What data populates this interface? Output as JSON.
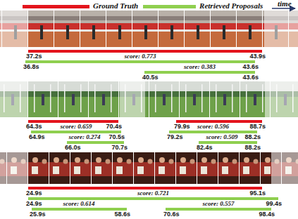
{
  "diagram": {
    "labels": [
      "time",
      "37.2s",
      "43.9s",
      "36.8s",
      "score: 0.773",
      "43.6s",
      "40.5s",
      "score: 0.383",
      "43.6s",
      "64.3s",
      "70.4s",
      "79.9s",
      "88.7s",
      "64.9s",
      "score: 0.659",
      "70.5s",
      "79.2s",
      "score: 0.596",
      "88.2s",
      "66.0s",
      "score: 0.274",
      "70.7s",
      "82.4s",
      "score: 0.509",
      "88.2s",
      "24.9s",
      "95.1s",
      "24.9s",
      "score: 0.721",
      "99.4s",
      "25.9s",
      "score: 0.614",
      "58.6s",
      "70.6s",
      "score: 0.557",
      "98.4s"
    ],
    "legend": [
      {
        "text": "Ground Truth",
        "color": "#e3141c"
      },
      {
        "text": "Retrieved Proposals",
        "color": "#8fcf4f"
      }
    ]
  }
}
